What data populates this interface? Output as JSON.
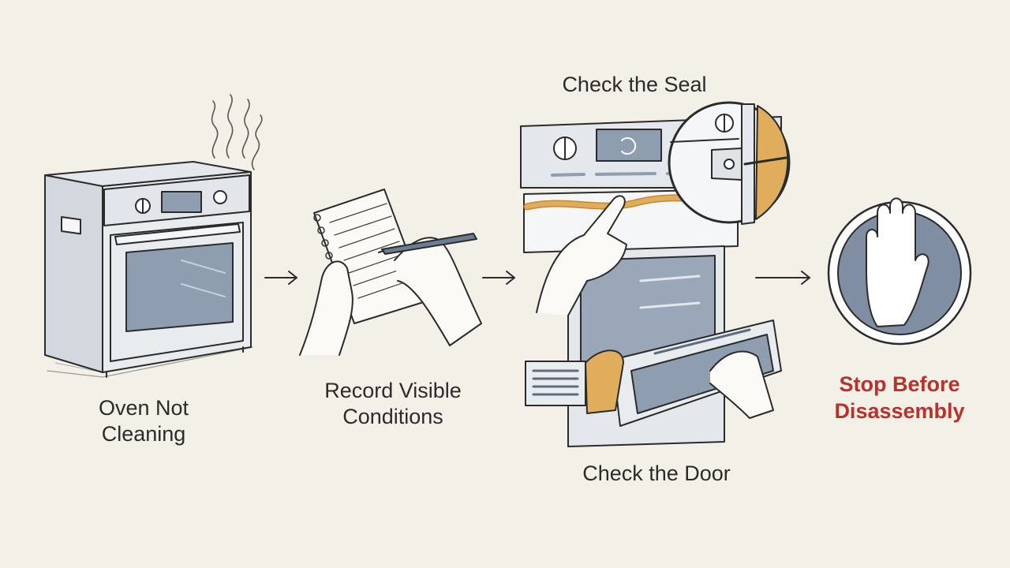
{
  "steps": [
    {
      "id": "oven-not-cleaning",
      "label": "Oven Not\nCleaning"
    },
    {
      "id": "record-visible-conditions",
      "label": "Record Visible\nConditions"
    },
    {
      "id": "check-the-seal",
      "label": "Check the Seal"
    },
    {
      "id": "check-the-door",
      "label": "Check the Door"
    },
    {
      "id": "stop-before-disassembly",
      "label": "Stop Before\nDisassembly"
    }
  ],
  "colors": {
    "background": "#f3f1e7",
    "ink": "#2b2b2b",
    "steel": "#dfe3e8",
    "glass": "#8f9db0",
    "gasket": "#e0ad5c",
    "warning": "#b8322b",
    "stop_disc": "#7f8ea3"
  },
  "icons": [
    "oven-icon",
    "steam-icon",
    "notepad-icon",
    "pen-icon",
    "hand-icon",
    "magnifier-icon",
    "stop-hand-icon",
    "arrow-right-icon"
  ]
}
